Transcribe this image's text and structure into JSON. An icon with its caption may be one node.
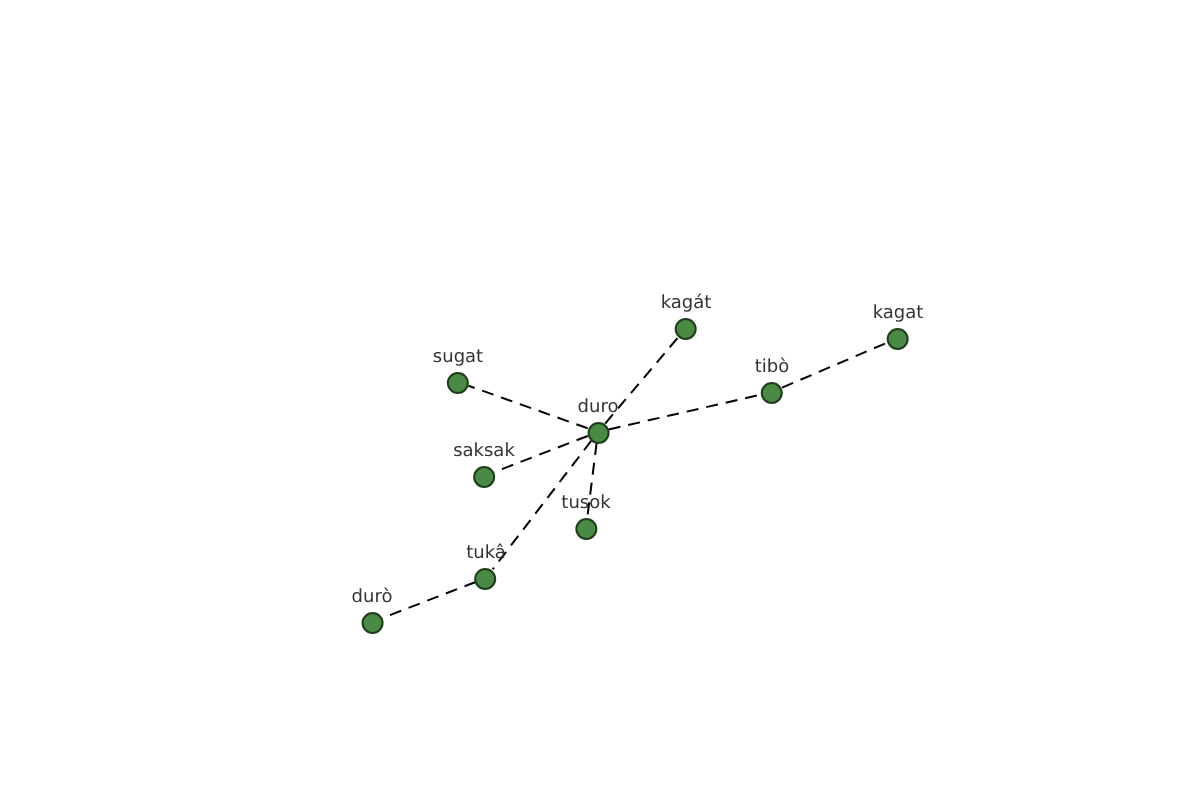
{
  "diagram": {
    "nodes": [
      {
        "text": [
          "duro"
        ]
      },
      {
        "text": [
          "kagát"
        ]
      },
      {
        "text": [
          "sugat"
        ]
      },
      {
        "text": [
          "tibò"
        ]
      },
      {
        "text": [
          "kagat"
        ]
      },
      {
        "text": [
          "saksak"
        ]
      },
      {
        "text": [
          "tusok"
        ]
      },
      {
        "text": [
          "tukâ"
        ]
      },
      {
        "text": [
          "durò"
        ]
      }
    ],
    "edges": [
      {
        "from": 0,
        "to": 2,
        "arrow": "none",
        "style": "dashed"
      },
      {
        "from": 0,
        "to": 1,
        "arrow": "none",
        "style": "dashed"
      },
      {
        "from": 0,
        "to": 3,
        "arrow": "none",
        "style": "dashed"
      },
      {
        "from": 3,
        "to": 4,
        "arrow": "none",
        "style": "dashed"
      },
      {
        "from": 0,
        "to": 5,
        "arrow": "none",
        "style": "dashed"
      },
      {
        "from": 0,
        "to": 6,
        "arrow": "none",
        "style": "dashed"
      },
      {
        "from": 0,
        "to": 7,
        "arrow": "none",
        "style": "dashed"
      },
      {
        "from": 7,
        "to": 8,
        "arrow": "none",
        "style": "dashed"
      }
    ]
  }
}
